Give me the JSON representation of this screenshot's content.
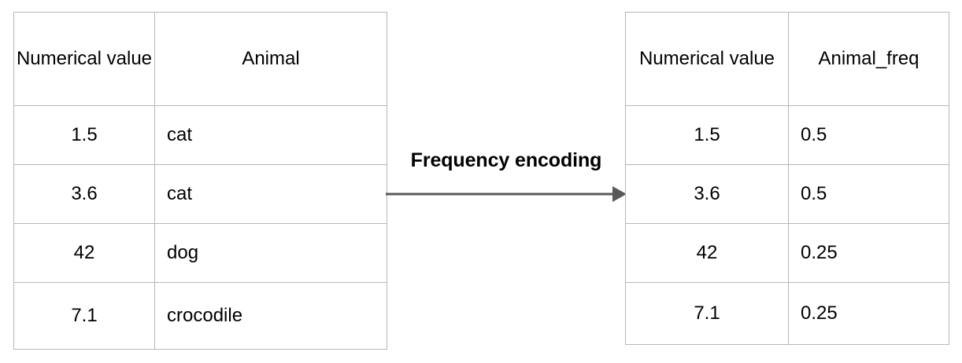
{
  "diagram": {
    "transform_label": "Frequency encoding",
    "arrow_icon": "right-arrow-icon",
    "border_color": "#b7b7b7",
    "text_color": "#000000",
    "background_color": "#ffffff"
  },
  "source_table": {
    "name": "original-data-table",
    "headers": [
      "Numerical value",
      "Animal"
    ],
    "rows": [
      [
        "1.5",
        "cat"
      ],
      [
        "3.6",
        "cat"
      ],
      [
        "42",
        "dog"
      ],
      [
        "7.1",
        "crocodile"
      ]
    ]
  },
  "result_table": {
    "name": "frequency-encoded-table",
    "headers": [
      "Numerical value",
      "Animal_freq"
    ],
    "rows": [
      [
        "1.5",
        "0.5"
      ],
      [
        "3.6",
        "0.5"
      ],
      [
        "42",
        "0.25"
      ],
      [
        "7.1",
        "0.25"
      ]
    ]
  }
}
